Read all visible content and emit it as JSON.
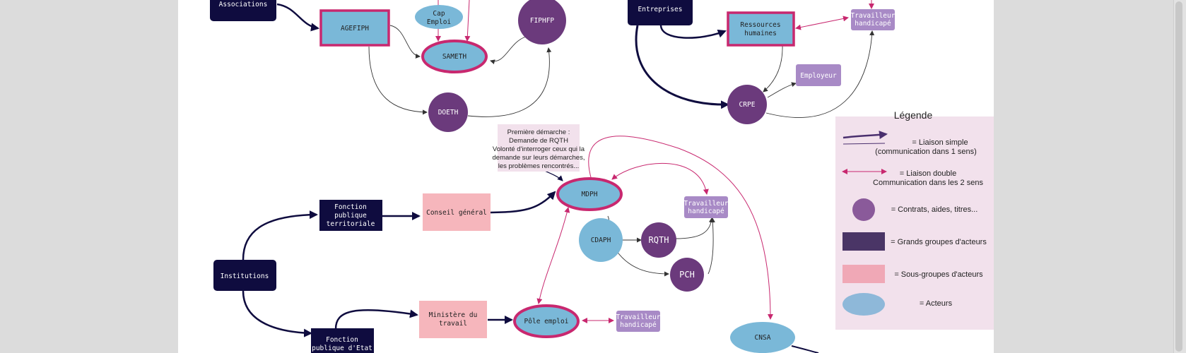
{
  "colors": {
    "dark": "#0f0c3f",
    "medium_blue": "#7ab8d8",
    "purple_circle": "#6b3a7c",
    "light_purple": "#a88ac6",
    "pink_box": "#f6b6bc",
    "magenta": "#c8286f",
    "legend_bg": "#f2e1ec"
  },
  "top_left": {
    "associations": "Associations",
    "agefiph": "AGEFIPH",
    "cap_emploi": [
      "Cap",
      "Emploi"
    ],
    "sameth": "SAMETH",
    "fiphfp": "FIPHFP",
    "doeth": "DOETH"
  },
  "top_right": {
    "entreprises": "Entreprises",
    "ressources_humaines": [
      "Ressources",
      "humaines"
    ],
    "travailleur_handicape": [
      "Travailleur",
      "handicapé"
    ],
    "employeur": "Employeur",
    "crpe": "CRPE"
  },
  "note": {
    "lines": [
      "Première démarche :",
      "Demande de RQTH",
      "Volonté d'interroger ceux qui la",
      "demande sur leurs démarches,",
      "les problèmes rencontrés..."
    ]
  },
  "bottom": {
    "institutions": "Institutions",
    "fonction_territoriale": [
      "Fonction",
      "publique",
      "territoriale"
    ],
    "conseil_general": "Conseil général",
    "fonction_etat": [
      "Fonction",
      "publique d'Etat"
    ],
    "ministere": [
      "Ministère du",
      "travail"
    ],
    "pole_emploi": "Pôle emploi",
    "travailleur_pole": [
      "Travailleur",
      "handicapé"
    ],
    "mdph": "MDPH",
    "travailleur_mdph": [
      "Travailleur",
      "handicapé"
    ],
    "cdaph": "CDAPH",
    "rqth": "RQTH",
    "pch": "PCH",
    "cnsa": "CNSA"
  },
  "legend": {
    "title": "Légende",
    "liaison_simple": [
      "= Liaison simple",
      "(communication dans 1 sens)"
    ],
    "liaison_double": [
      "= Liaison double",
      "Communication dans les 2 sens"
    ],
    "contrats": "= Contrats, aides, titres...",
    "grands_groupes": "= Grands groupes d'acteurs",
    "sous_groupes": "= Sous-groupes d'acteurs",
    "acteurs": "= Acteurs"
  }
}
